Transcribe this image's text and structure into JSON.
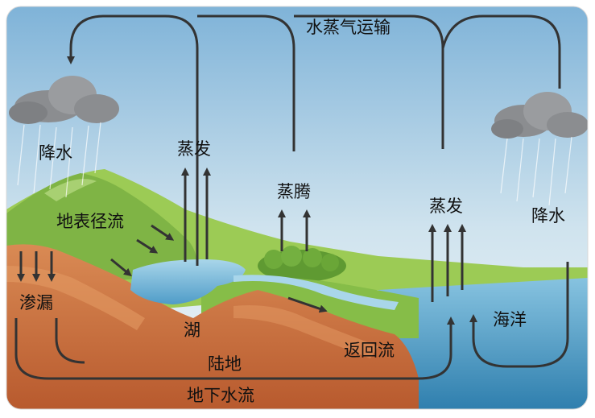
{
  "diagram": {
    "labels": {
      "vapor_transport": "水蒸气运输",
      "precip_left": "降水",
      "evap_land": "蒸发",
      "transpiration": "蒸腾",
      "evap_sea": "蒸发",
      "precip_right": "降水",
      "surface_runoff": "地表径流",
      "infiltration": "渗漏",
      "lake": "湖",
      "land": "陆地",
      "return_flow": "返回流",
      "ocean": "海洋",
      "groundwater_flow": "地下水流"
    },
    "colors": {
      "sky_top": "#7fb3d8",
      "sky_bottom": "#eef5f8",
      "land_soil": "#c96a3a",
      "grass": "#8fc34a",
      "lake_water": "#6fb4d6",
      "ocean": "#3f90bd",
      "arrow": "#3a3a3a",
      "cloud": "#8b8d90"
    }
  }
}
